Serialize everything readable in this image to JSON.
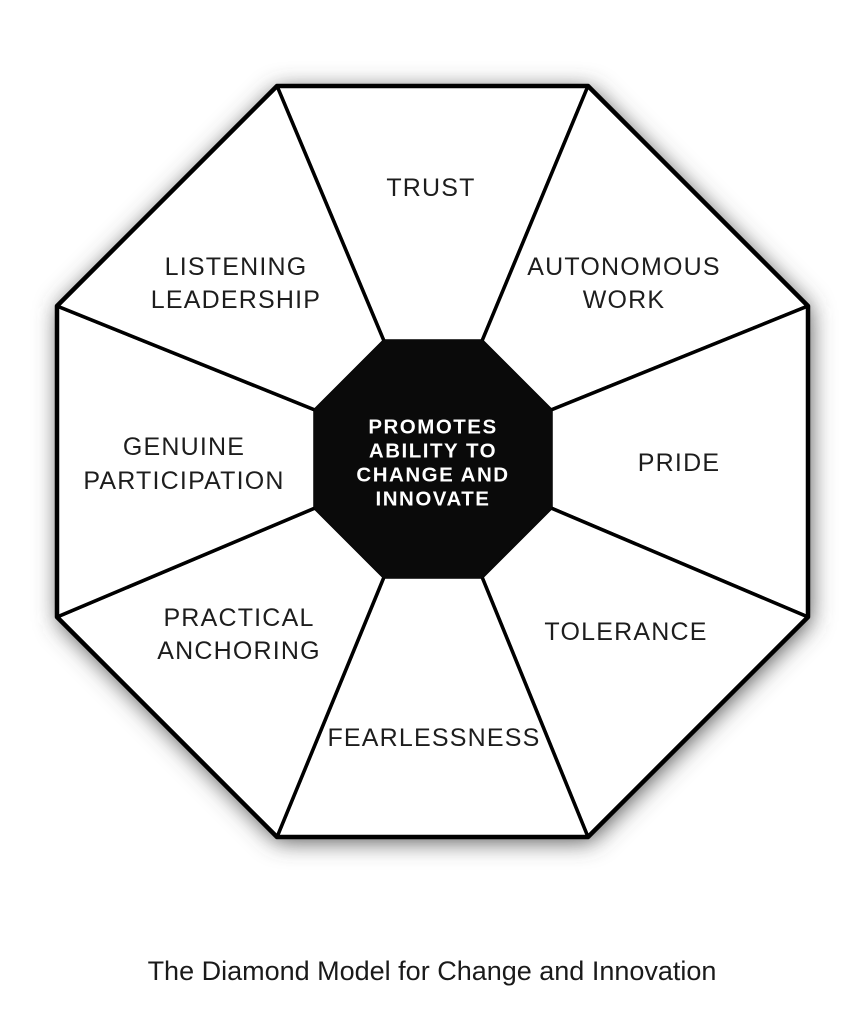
{
  "diagram": {
    "title": "Diamond Model octagon diagram",
    "center": {
      "lines": [
        "PROMOTES",
        "ABILITY TO",
        "CHANGE AND",
        "INNOVATE"
      ]
    },
    "segments": [
      {
        "id": "trust",
        "lines": [
          "TRUST"
        ]
      },
      {
        "id": "autonomous-work",
        "lines": [
          "AUTONOMOUS",
          "WORK"
        ]
      },
      {
        "id": "pride",
        "lines": [
          "PRIDE"
        ]
      },
      {
        "id": "tolerance",
        "lines": [
          "TOLERANCE"
        ]
      },
      {
        "id": "fearlessness",
        "lines": [
          "FEARLESSNESS"
        ]
      },
      {
        "id": "practical-anchoring",
        "lines": [
          "PRACTICAL",
          "ANCHORING"
        ]
      },
      {
        "id": "genuine-participation",
        "lines": [
          "GENUINE",
          "PARTICIPATION"
        ]
      },
      {
        "id": "listening-leadership",
        "lines": [
          "LISTENING",
          "LEADERSHIP"
        ]
      }
    ],
    "colors": {
      "line": "#000000",
      "segment_fill": "#ffffff",
      "center_fill": "#0a0a0a",
      "center_text": "#ffffff",
      "label_text": "#1d1d1d",
      "glow": "#4d4d4d",
      "background": "#ffffff"
    }
  },
  "caption": {
    "text": "The Diamond Model for Change and Innovation"
  }
}
